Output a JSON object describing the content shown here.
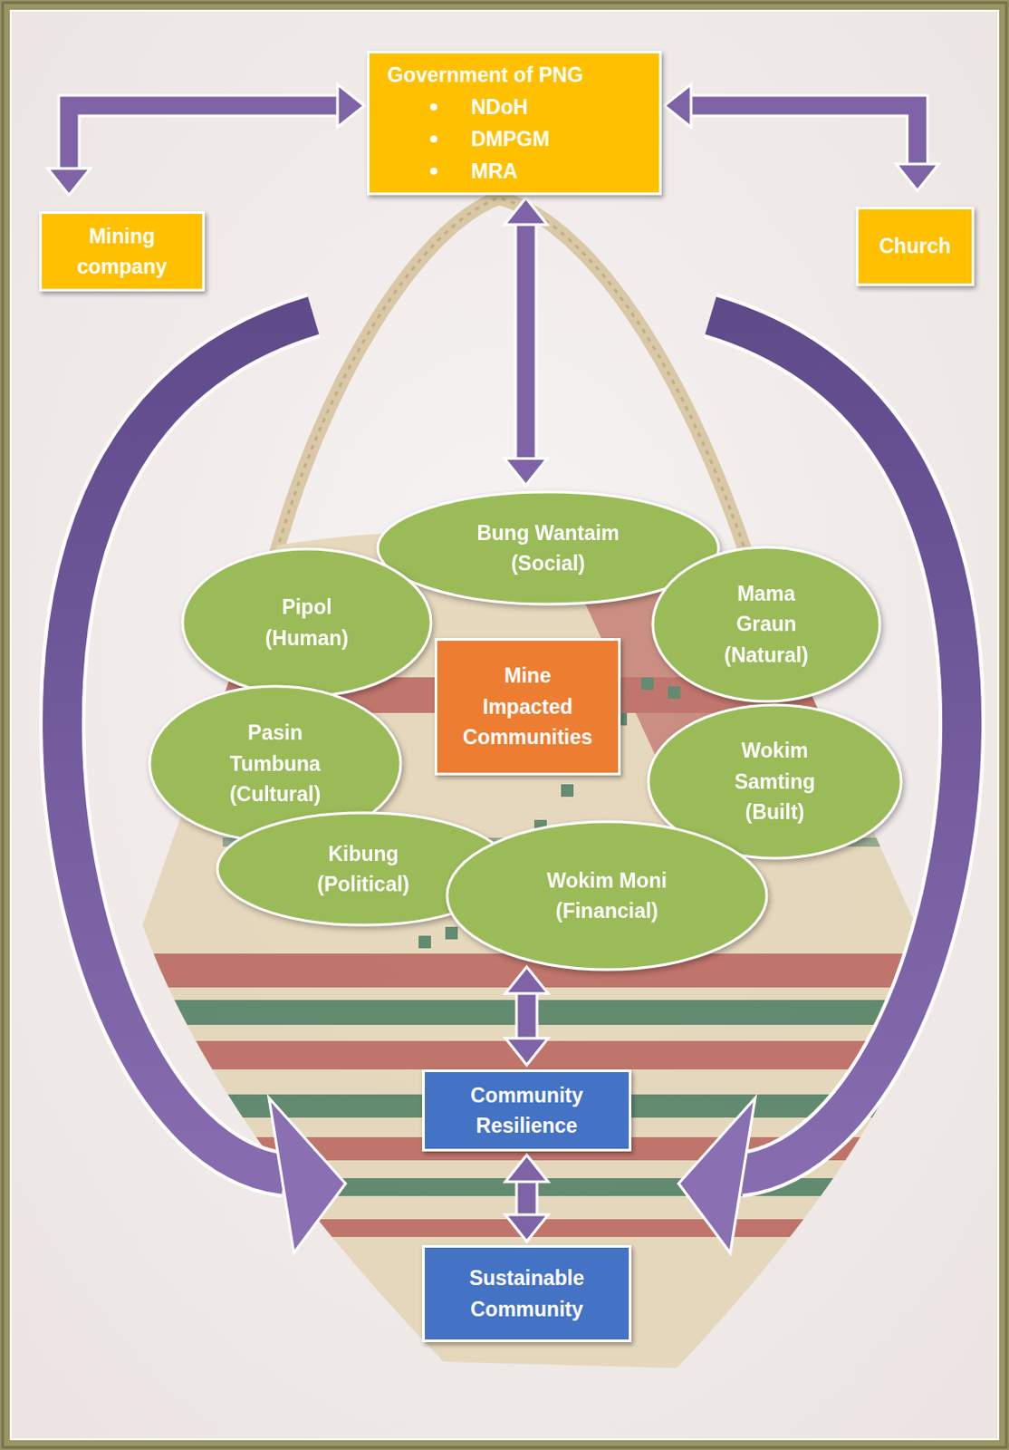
{
  "diagram": {
    "nodes": [
      {
        "text": [
          "Government of PNG",
          "NDoH",
          "DMPGM",
          "MRA"
        ]
      },
      {
        "text": [
          "Mining company"
        ]
      },
      {
        "text": [
          "Church"
        ]
      },
      {
        "text": [
          "Bung Wantaim (Social)"
        ]
      },
      {
        "text": [
          "Pipol (Human)"
        ]
      },
      {
        "text": [
          "Mama Graun (Natural)"
        ]
      },
      {
        "text": [
          "Mine Impacted Communities"
        ]
      },
      {
        "text": [
          "Pasin Tumbuna (Cultural)"
        ]
      },
      {
        "text": [
          "Wokim Samting (Built)"
        ]
      },
      {
        "text": [
          "Kibung (Political)"
        ]
      },
      {
        "text": [
          "Wokim Moni (Financial)"
        ]
      },
      {
        "text": [
          "Community Resilience"
        ]
      },
      {
        "text": [
          "Sustainable Community"
        ]
      }
    ],
    "edges": [
      {
        "from": 0,
        "to": 1,
        "arrow": "both"
      },
      {
        "from": 0,
        "to": 2,
        "arrow": "both"
      },
      {
        "from": 0,
        "to": 3,
        "arrow": "both"
      },
      {
        "from": 10,
        "to": 11,
        "arrow": "both"
      },
      {
        "from": 11,
        "to": 12,
        "arrow": "both"
      }
    ]
  }
}
